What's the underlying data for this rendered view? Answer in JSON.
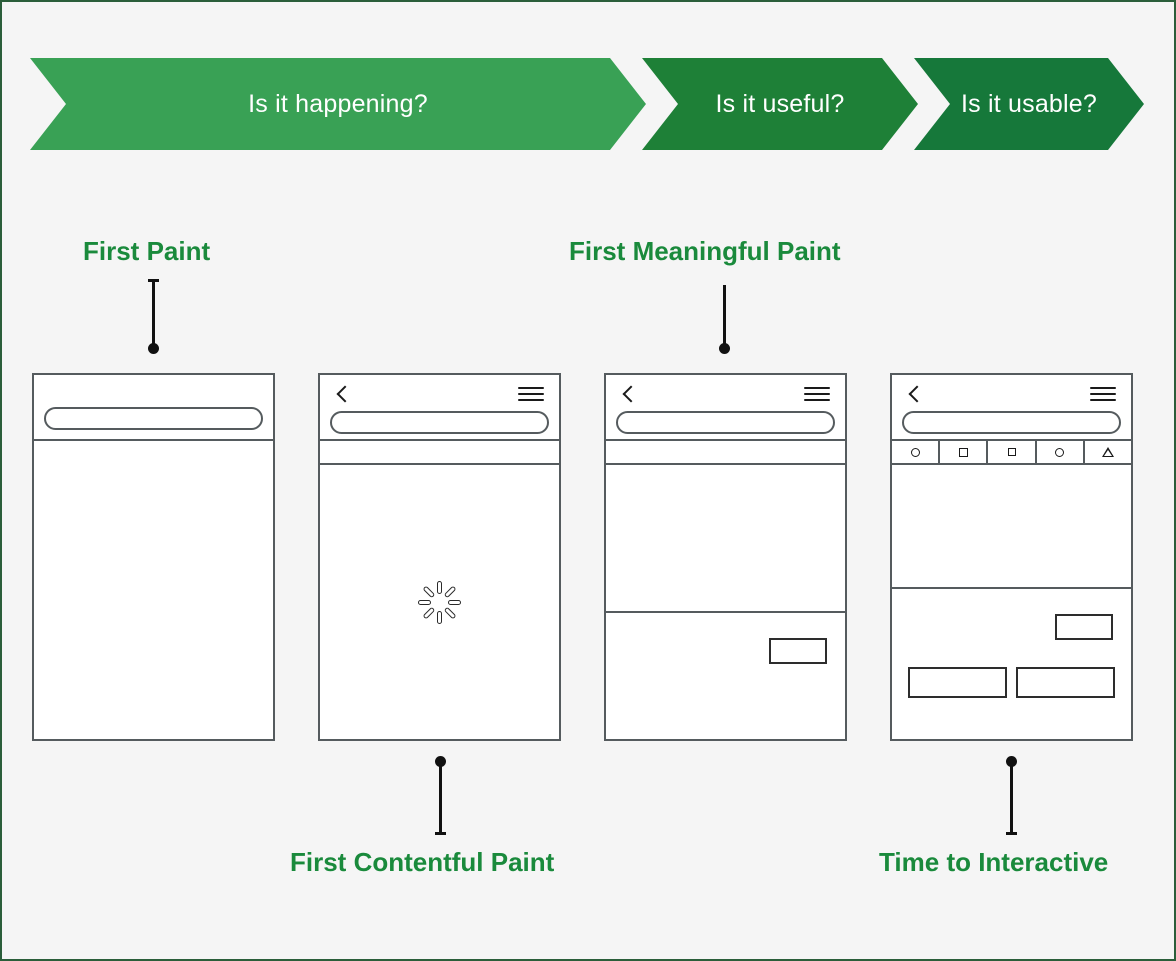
{
  "banner": {
    "stages": [
      {
        "label": "Is it happening?",
        "color": "#39a155"
      },
      {
        "label": "Is it useful?",
        "color": "#1e8037"
      },
      {
        "label": "Is it usable?",
        "color": "#16783a"
      }
    ]
  },
  "accent_color": "#1a8a3c",
  "background_color": "#f5f5f5",
  "border_color": "#2b5e3a",
  "metrics": [
    {
      "label": "First Paint",
      "position": "above",
      "phone": 1
    },
    {
      "label": "First Contentful Paint",
      "position": "below",
      "phone": 2
    },
    {
      "label": "First Meaningful Paint",
      "position": "above",
      "phone": 3
    },
    {
      "label": "Time to Interactive",
      "position": "below",
      "phone": 4
    }
  ],
  "phones": [
    {
      "name": "first-paint-mockup",
      "header": {
        "back_icon": "chevron-left-icon",
        "menu_icon": "hamburger-menu-icon",
        "search_placeholder": ""
      },
      "has_header_icons": false,
      "has_tabbar": false,
      "has_spinner": false,
      "has_content": false,
      "has_buttons": false
    },
    {
      "name": "first-contentful-paint-mockup",
      "header": {
        "back_icon": "chevron-left-icon",
        "menu_icon": "hamburger-menu-icon",
        "search_placeholder": ""
      },
      "has_header_icons": true,
      "has_tabbar": false,
      "has_spinner": true,
      "has_content": false,
      "has_buttons": false
    },
    {
      "name": "first-meaningful-paint-mockup",
      "header": {
        "back_icon": "chevron-left-icon",
        "menu_icon": "hamburger-menu-icon",
        "search_placeholder": ""
      },
      "has_header_icons": true,
      "has_tabbar": false,
      "has_spinner": false,
      "has_content": true,
      "has_buttons": false
    },
    {
      "name": "time-to-interactive-mockup",
      "header": {
        "back_icon": "chevron-left-icon",
        "menu_icon": "hamburger-menu-icon",
        "search_placeholder": ""
      },
      "has_header_icons": true,
      "has_tabbar": true,
      "has_spinner": false,
      "has_content": true,
      "has_buttons": true,
      "tabbar_icons": [
        "circle-icon",
        "square-icon",
        "square-small-icon",
        "circle-icon",
        "triangle-icon"
      ]
    }
  ]
}
